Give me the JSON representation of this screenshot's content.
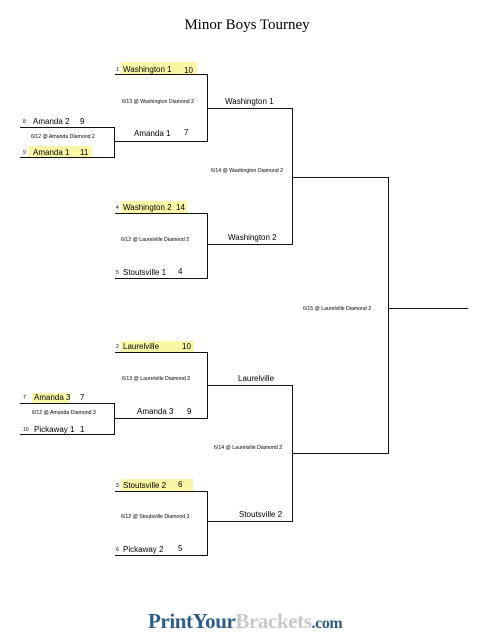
{
  "title": "Minor Boys Tourney",
  "brand": {
    "part1": "PrintYour",
    "part2": "Brackets",
    "part3": ".com",
    "colors": {
      "primary": "#2f5d8a",
      "secondary": "#c8c8c8"
    }
  },
  "highlight_color": "#fbf6a6",
  "round1": [
    {
      "top": {
        "seed": "8",
        "name": "Amanda 2",
        "score": "9",
        "winner": false
      },
      "game": "6/12 @ Amanda Diamond 2",
      "bottom": {
        "seed": "9",
        "name": "Amanda 1",
        "score": "11",
        "winner": true
      }
    },
    {
      "top": {
        "seed": "7",
        "name": "Amanda 3",
        "score": "7",
        "winner": true
      },
      "game": "6/12 @ Amanda Diamond 3",
      "bottom": {
        "seed": "10",
        "name": "Pickaway 1",
        "score": "1",
        "winner": false
      }
    }
  ],
  "round2": [
    {
      "top": {
        "seed": "1",
        "name": "Washington 1",
        "score": "10",
        "winner": true
      },
      "game": "6/13 @ Washington Diamond 2",
      "bottom": {
        "seed": "",
        "name": "Amanda 1",
        "score": "7",
        "winner": false
      }
    },
    {
      "top": {
        "seed": "4",
        "name": "Washington 2",
        "score": "14",
        "winner": true
      },
      "game": "6/12 @ Laurelville Diamond 2",
      "bottom": {
        "seed": "5",
        "name": "Stoutsville 1",
        "score": "4",
        "winner": false
      }
    },
    {
      "top": {
        "seed": "2",
        "name": "Laurelville",
        "score": "10",
        "winner": true
      },
      "game": "6/13 @ Laurelville Diamond 2",
      "bottom": {
        "seed": "",
        "name": "Amanda 3",
        "score": "9",
        "winner": false
      }
    },
    {
      "top": {
        "seed": "3",
        "name": "Stoutsville 2",
        "score": "6",
        "winner": true
      },
      "game": "6/12 @ Stoutsville Diamond 3",
      "bottom": {
        "seed": "6",
        "name": "Pickaway 2",
        "score": "5",
        "winner": false
      }
    }
  ],
  "round3": [
    {
      "top": {
        "name": "Washington 1"
      },
      "game": "6/14 @ Washington Diamond 2",
      "bottom": {
        "name": "Washington 2"
      }
    },
    {
      "top": {
        "name": "Laurelville"
      },
      "game": "6/14 @ Laurelville Diamond 2",
      "bottom": {
        "name": "Stoutsville 2"
      }
    }
  ],
  "final": {
    "game": "6/15 @ Laurelville Diamond 2"
  }
}
